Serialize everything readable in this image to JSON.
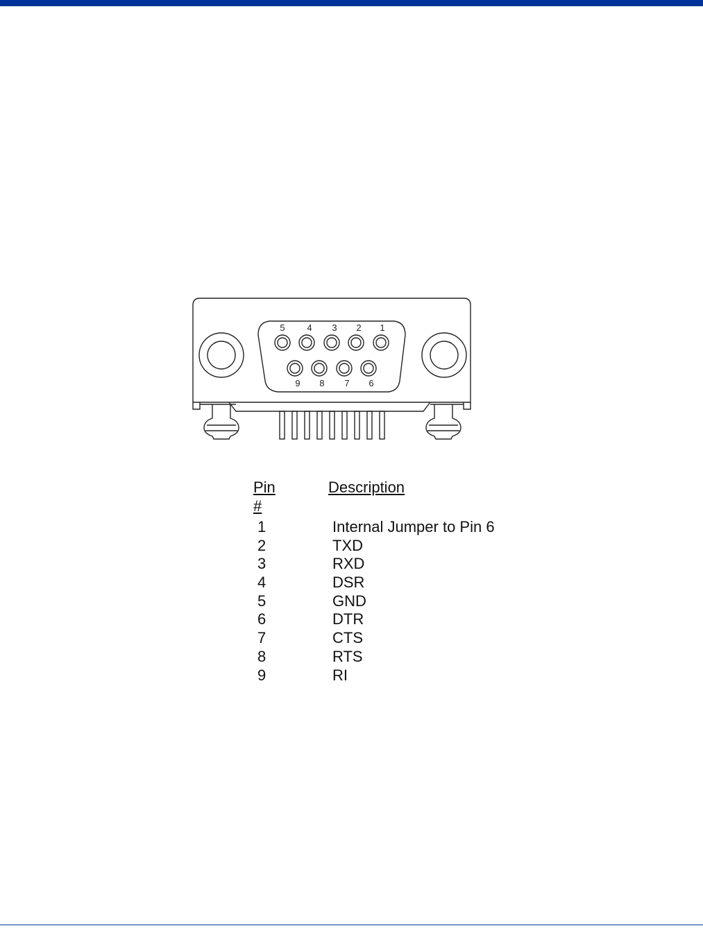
{
  "colors": {
    "top_bar": "#00349a",
    "bottom_rule": "#00349a",
    "line": "#222222"
  },
  "connector": {
    "top_row_labels": [
      "5",
      "4",
      "3",
      "2",
      "1"
    ],
    "bottom_row_labels": [
      "9",
      "8",
      "7",
      "6"
    ]
  },
  "table": {
    "header_pin": "Pin #",
    "header_description": "Description",
    "rows": [
      {
        "pin": "1",
        "description": "Internal Jumper to Pin 6"
      },
      {
        "pin": "2",
        "description": "TXD"
      },
      {
        "pin": "3",
        "description": "RXD"
      },
      {
        "pin": "4",
        "description": "DSR"
      },
      {
        "pin": "5",
        "description": "GND"
      },
      {
        "pin": "6",
        "description": "DTR"
      },
      {
        "pin": "7",
        "description": "CTS"
      },
      {
        "pin": "8",
        "description": "RTS"
      },
      {
        "pin": "9",
        "description": "RI"
      }
    ]
  }
}
